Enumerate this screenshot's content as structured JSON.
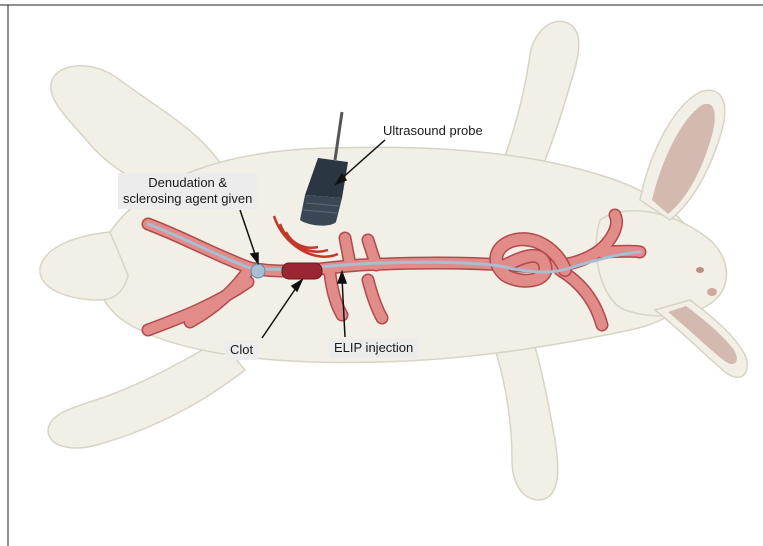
{
  "labels": {
    "ultrasound_probe": "Ultrasound probe",
    "denudation_line1": "Denudation &",
    "denudation_line2": "sclerosing agent given",
    "clot": "Clot",
    "elip_injection": "ELIP injection"
  },
  "colors": {
    "fur": "#f1efe6",
    "fur_shadow": "#d8d4c5",
    "ear_inner": "#caa79f",
    "vessel": "#e28c89",
    "vessel_dark": "#b04a4c",
    "catheter": "#a9bdd3",
    "clot": "#9b2530",
    "probe": "#2b3643"
  }
}
